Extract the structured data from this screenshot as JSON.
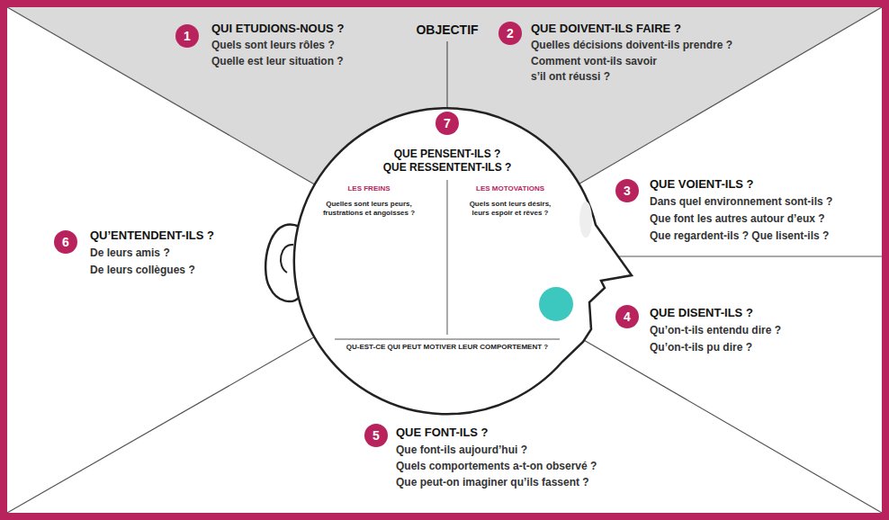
{
  "diagram": {
    "nodes": [
      {
        "text": [
          "QUI ETUDIONS-NOUS ?",
          "Quels sont leurs rôles ?",
          "Quelle est leur situation ?"
        ]
      },
      {
        "text": [
          "1"
        ],
        "in": 0
      },
      {
        "text": [
          "QUE DOIVENT-ILS FAIRE ?",
          "Quelles décisions doivent-ils prendre ?",
          "Comment vont-ils savoir s’il ont réussi ?"
        ]
      },
      {
        "text": [
          "2"
        ],
        "in": 2
      },
      {
        "text": [
          "QUE VOIENT-ILS ?",
          "Dans quel environnement sont-ils ?",
          "Que font les autres autour d’eux ?",
          "Que regardent-ils ? Que lisent-ils ?"
        ]
      },
      {
        "text": [
          "3"
        ],
        "in": 4
      },
      {
        "text": [
          "QUE DISENT-ILS ?",
          "Qu’on-t-ils entendu dire ?",
          "Qu’on-t-ils pu dire ?"
        ]
      },
      {
        "text": [
          "4"
        ],
        "in": 6
      },
      {
        "text": [
          "QUE FONT-ILS ?",
          "Que font-ils aujourd’hui ?",
          "Quels comportements a-t-on observé ?",
          "Que peut-on imaginer qu’ils fassent ?"
        ]
      },
      {
        "text": [
          "5"
        ],
        "in": 8
      },
      {
        "text": [
          "QU’ENTENDENT-ILS ?",
          "De leurs amis ?",
          "De leurs collègues ?"
        ]
      },
      {
        "text": [
          "6"
        ],
        "in": 10
      },
      {
        "text": [
          "QUE PENSENT-ILS ?",
          "QUE RESSENTENT-ILS ?",
          "QU-EST-CE QUI PEUT MOTIVER LEUR COMPORTEMENT ?"
        ]
      },
      {
        "text": [
          "7"
        ],
        "in": 12
      },
      {
        "text": [
          "LES FREINS",
          "Quelles sont leurs peurs, frustrations et angoisses ?"
        ],
        "in": 12
      },
      {
        "text": [
          "LES MOTOVATIONS",
          "Quels sont leurs désirs, leurs espoir et rêves ?"
        ],
        "in": 12
      }
    ],
    "labels": [
      "OBJECTIF"
    ]
  }
}
